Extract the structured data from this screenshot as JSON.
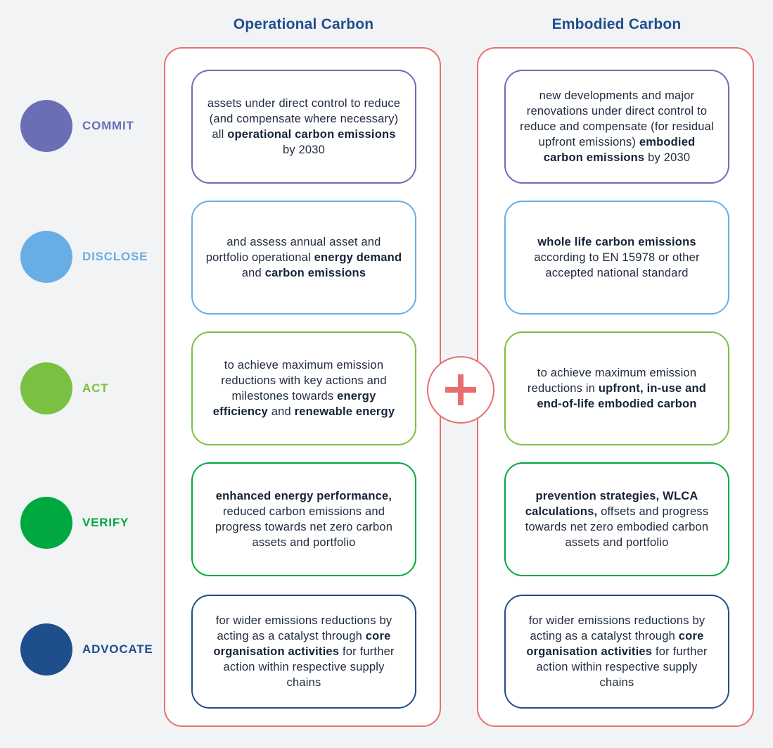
{
  "titles": {
    "operational": "Operational Carbon",
    "embodied": "Embodied Carbon"
  },
  "colors": {
    "commit": "#6a6fb5",
    "disclose": "#68aee6",
    "act": "#7ac143",
    "verify": "#00a93f",
    "advocate": "#1f4e8c",
    "frame": "#e86f6f"
  },
  "rows": [
    {
      "key": "commit",
      "label": "COMMIT",
      "operational": [
        {
          "t": "assets under direct control to reduce (and compensate where necessary) all "
        },
        {
          "t": "operational carbon emissions",
          "b": true
        },
        {
          "t": " by 2030"
        }
      ],
      "embodied": [
        {
          "t": "new developments and major renovations under direct control to reduce and compensate (for residual upfront emissions) "
        },
        {
          "t": "embodied carbon emissions",
          "b": true
        },
        {
          "t": " by 2030"
        }
      ]
    },
    {
      "key": "disclose",
      "label": "DISCLOSE",
      "operational": [
        {
          "t": "and assess annual asset and portfolio operational "
        },
        {
          "t": "energy demand",
          "b": true
        },
        {
          "t": " and "
        },
        {
          "t": "carbon emissions",
          "b": true
        }
      ],
      "embodied": [
        {
          "t": "whole life carbon emissions",
          "b": true
        },
        {
          "t": " according to EN 15978 or other accepted national standard"
        }
      ]
    },
    {
      "key": "act",
      "label": "ACT",
      "operational": [
        {
          "t": "to achieve maximum emission reductions with key actions and milestones towards "
        },
        {
          "t": "energy efficiency",
          "b": true
        },
        {
          "t": " and "
        },
        {
          "t": "renewable energy",
          "b": true
        }
      ],
      "embodied": [
        {
          "t": "to achieve maximum emission reductions in "
        },
        {
          "t": "upfront, in-use and end-of-life embodied carbon",
          "b": true
        }
      ]
    },
    {
      "key": "verify",
      "label": "VERIFY",
      "operational": [
        {
          "t": "enhanced energy performance,",
          "b": true
        },
        {
          "t": " reduced carbon emissions and progress towards net zero carbon assets and portfolio"
        }
      ],
      "embodied": [
        {
          "t": "prevention strategies, WLCA calculations,",
          "b": true
        },
        {
          "t": " offsets and progress towards net zero embodied carbon assets and portfolio"
        }
      ]
    },
    {
      "key": "advocate",
      "label": "ADVOCATE",
      "operational": [
        {
          "t": "for wider emissions reductions by acting as a catalyst through "
        },
        {
          "t": "core organisation activities",
          "b": true
        },
        {
          "t": " for further action within respective supply chains"
        }
      ],
      "embodied": [
        {
          "t": "for wider emissions reductions by acting as a catalyst through "
        },
        {
          "t": "core organisation activities",
          "b": true
        },
        {
          "t": " for further action within respective supply chains"
        }
      ]
    }
  ]
}
